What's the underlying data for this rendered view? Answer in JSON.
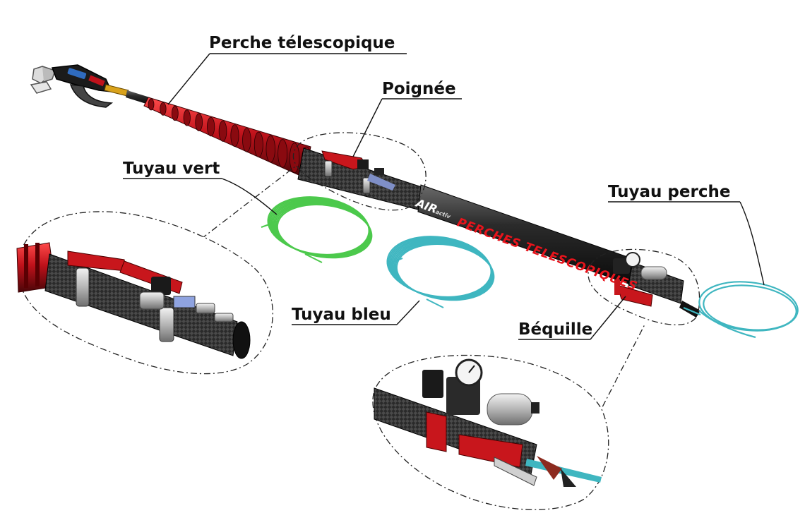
{
  "labels": {
    "perche": "Perche télescopique",
    "poignee": "Poignée",
    "tuyau_vert": "Tuyau vert",
    "tuyau_perche": "Tuyau perche",
    "tuyau_bleu": "Tuyau bleu",
    "bequille": "Béquille"
  },
  "pole_markings": {
    "brand": "AIR",
    "brand_suffix": "activ",
    "product": "PERCHES TELESCOPIQUES"
  },
  "colors": {
    "pole_red": "#c0121b",
    "carbon": "#2b2b2b",
    "green_hose": "#4cc94c",
    "blue_hose": "#3fb6c0",
    "clamp_red": "#c8161c",
    "leader": "#111111"
  }
}
